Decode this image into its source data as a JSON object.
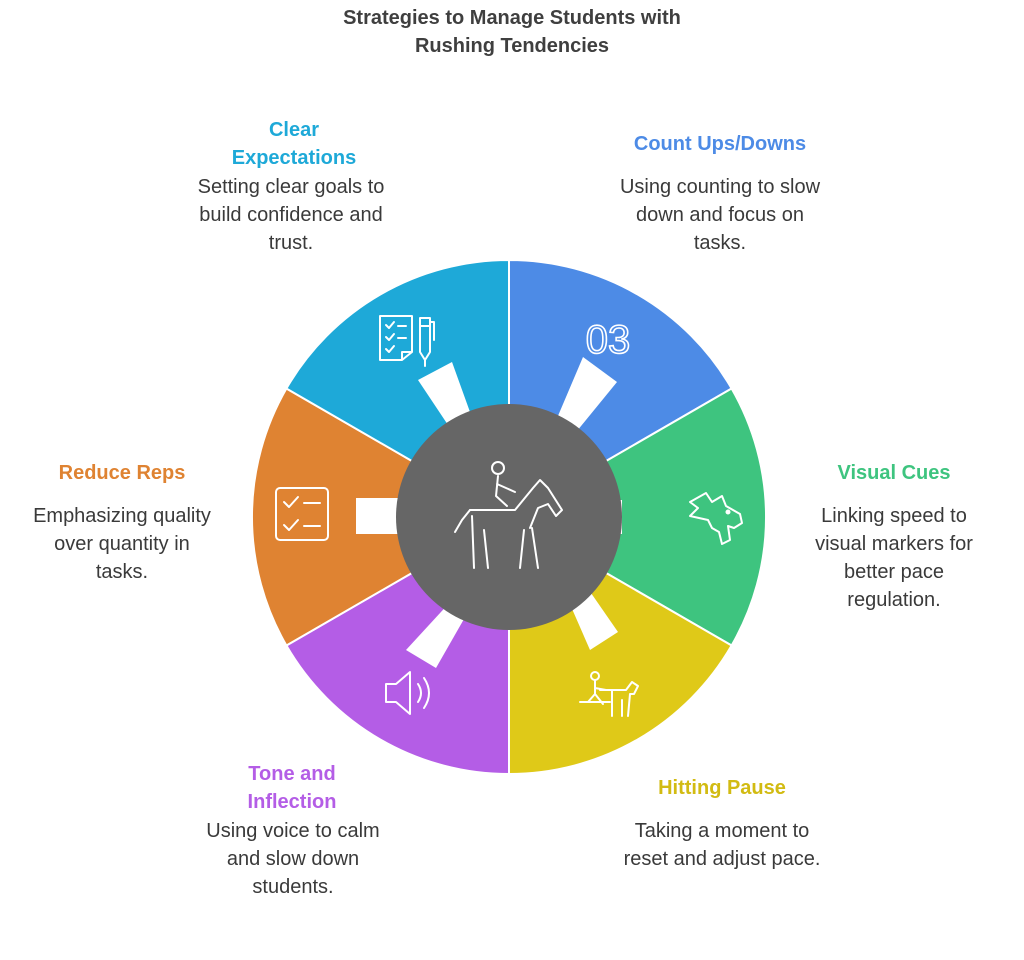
{
  "title": "Strategies to Manage Students with Rushing Tendencies",
  "center": {
    "icon": "horse-rider-icon",
    "color": "#666666"
  },
  "segments": [
    {
      "title": "Count Ups/Downs",
      "description": "Using counting to slow down and focus on tasks.",
      "color": "#4d8be6",
      "title_color": "#4d8be6",
      "icon_text": "03",
      "icon": "counter-icon"
    },
    {
      "title": "Visual Cues",
      "description": "Linking speed to visual markers for better pace regulation.",
      "color": "#3ec47f",
      "title_color": "#3ec47f",
      "icon": "animal-head-icon"
    },
    {
      "title": "Hitting Pause",
      "description": "Taking a moment to reset and adjust pace.",
      "color": "#dfc918",
      "title_color": "#d2bb12",
      "icon": "person-grooming-horse-icon"
    },
    {
      "title": "Tone and Inflection",
      "description": "Using voice to calm and slow down students.",
      "color": "#b45de6",
      "title_color": "#b45de6",
      "icon": "speaker-icon"
    },
    {
      "title": "Reduce Reps",
      "description": "Emphasizing quality over quantity in tasks.",
      "color": "#df8332",
      "title_color": "#df8332",
      "icon": "checklist-icon"
    },
    {
      "title": "Clear Expectations",
      "description": "Setting clear goals to build confidence and trust.",
      "color": "#1ea9d8",
      "title_color": "#1ea9d8",
      "icon": "checklist-pen-icon"
    }
  ]
}
